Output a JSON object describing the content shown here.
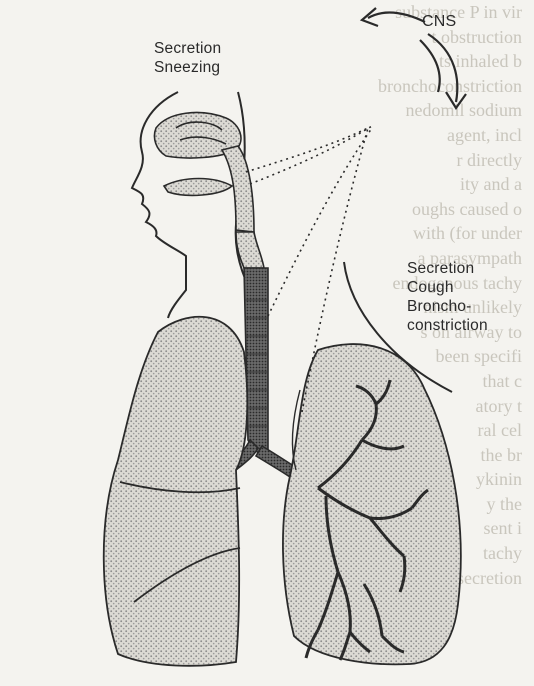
{
  "labels": {
    "cns": "CNS",
    "nose_lines": [
      "Secretion",
      "Sneezing"
    ],
    "lung_lines": [
      "Secretion",
      "Cough",
      "Broncho-",
      "constriction"
    ]
  },
  "background_text_lines": [
    "substance P in vir",
    "t obstruction",
    "ts inhaled b",
    "bronchoconstriction",
    "nedomil sodium",
    "agent, incl",
    "r directly",
    "ity and a",
    "oughs caused o",
    "with (for under",
    "a parasympath",
    "endogenous tachy",
    "nism unlikely",
    "s on airway to",
    "been specifi",
    "that c",
    "atory t",
    "ral cel",
    "the br",
    "ykinin",
    "y the",
    "sent i",
    "tachy",
    "ss secretion"
  ],
  "colors": {
    "ink": "#2a2a2a",
    "stipple": "#8a8a8a",
    "background": "#f4f3ef"
  }
}
